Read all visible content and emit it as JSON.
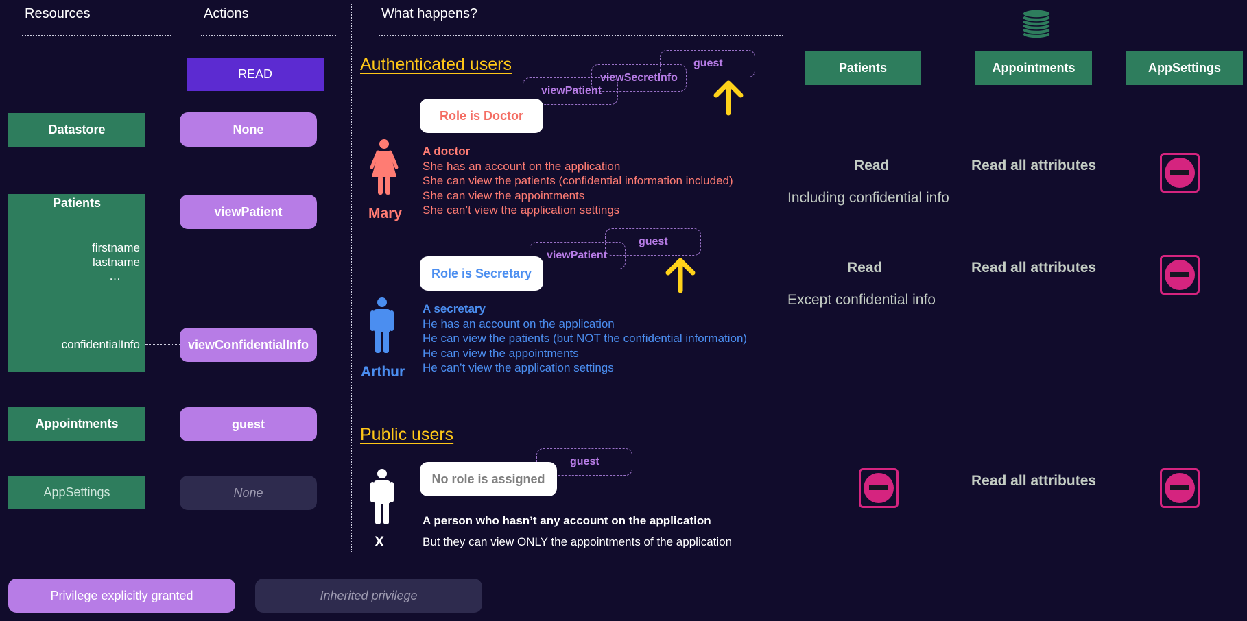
{
  "headers": {
    "resources": "Resources",
    "actions": "Actions",
    "what_happens": "What happens?"
  },
  "read_action": "READ",
  "resources": {
    "datastore": "Datastore",
    "patients": "Patients",
    "patient_fields": [
      "firstname",
      "lastname",
      "…"
    ],
    "confidential_field": "confidentialInfo",
    "appointments": "Appointments",
    "appsettings": "AppSettings"
  },
  "actions": {
    "datastore": "None",
    "patients": "viewPatient",
    "confidential": "viewConfidentialInfo",
    "appointments": "guest",
    "appsettings": "None"
  },
  "legend": {
    "explicit": "Privilege explicitly granted",
    "inherited": "Inherited privilege"
  },
  "sections": {
    "authenticated": "Authenticated users",
    "public": "Public users"
  },
  "doctor": {
    "role": "Role is Doctor",
    "name": "Mary",
    "chain": [
      "viewPatient",
      "viewSecretInfo",
      "guest"
    ],
    "title": "A doctor",
    "lines": [
      "She has an account on the application",
      "She can view the patients (confidential information included)",
      "She can view the appointments",
      "She can’t view the application settings"
    ]
  },
  "secretary": {
    "role": "Role is Secretary",
    "name": "Arthur",
    "chain": [
      "viewPatient",
      "guest"
    ],
    "title": "A secretary",
    "lines": [
      "He has an account on the application",
      "He can view the patients (but NOT the confidential information)",
      "He can view the appointments",
      "He can’t view the application settings"
    ]
  },
  "public_user": {
    "role": "No role is assigned",
    "name": "X",
    "chain": [
      "guest"
    ],
    "title": "A person who hasn’t any account on the application",
    "line": "But they can view ONLY the appointments of the application"
  },
  "matrix": {
    "columns": [
      "Patients",
      "Appointments",
      "AppSettings"
    ],
    "doctor": {
      "patients": "Read",
      "patients_note": "Including confidential info",
      "appointments": "Read all attributes",
      "appsettings": "denied"
    },
    "secretary": {
      "patients": "Read",
      "patients_note": "Except confidential info",
      "appointments": "Read all attributes",
      "appsettings": "denied"
    },
    "public": {
      "patients": "denied",
      "appointments": "Read all attributes",
      "appsettings": "denied"
    }
  },
  "colors": {
    "background": "#110c2c",
    "resource_green": "#2e7d5d",
    "privilege_purple": "#b77ce6",
    "read_purple": "#5c2bd1",
    "section_yellow": "#ffc718",
    "doctor_color": "#ff7c73",
    "secretary_color": "#4b8ef0",
    "deny_pink": "#d5247f",
    "arrow_yellow": "#ffd21a"
  },
  "icons": [
    "database-icon",
    "woman-icon",
    "man-icon",
    "person-icon",
    "arrow-up-icon",
    "deny-icon"
  ]
}
